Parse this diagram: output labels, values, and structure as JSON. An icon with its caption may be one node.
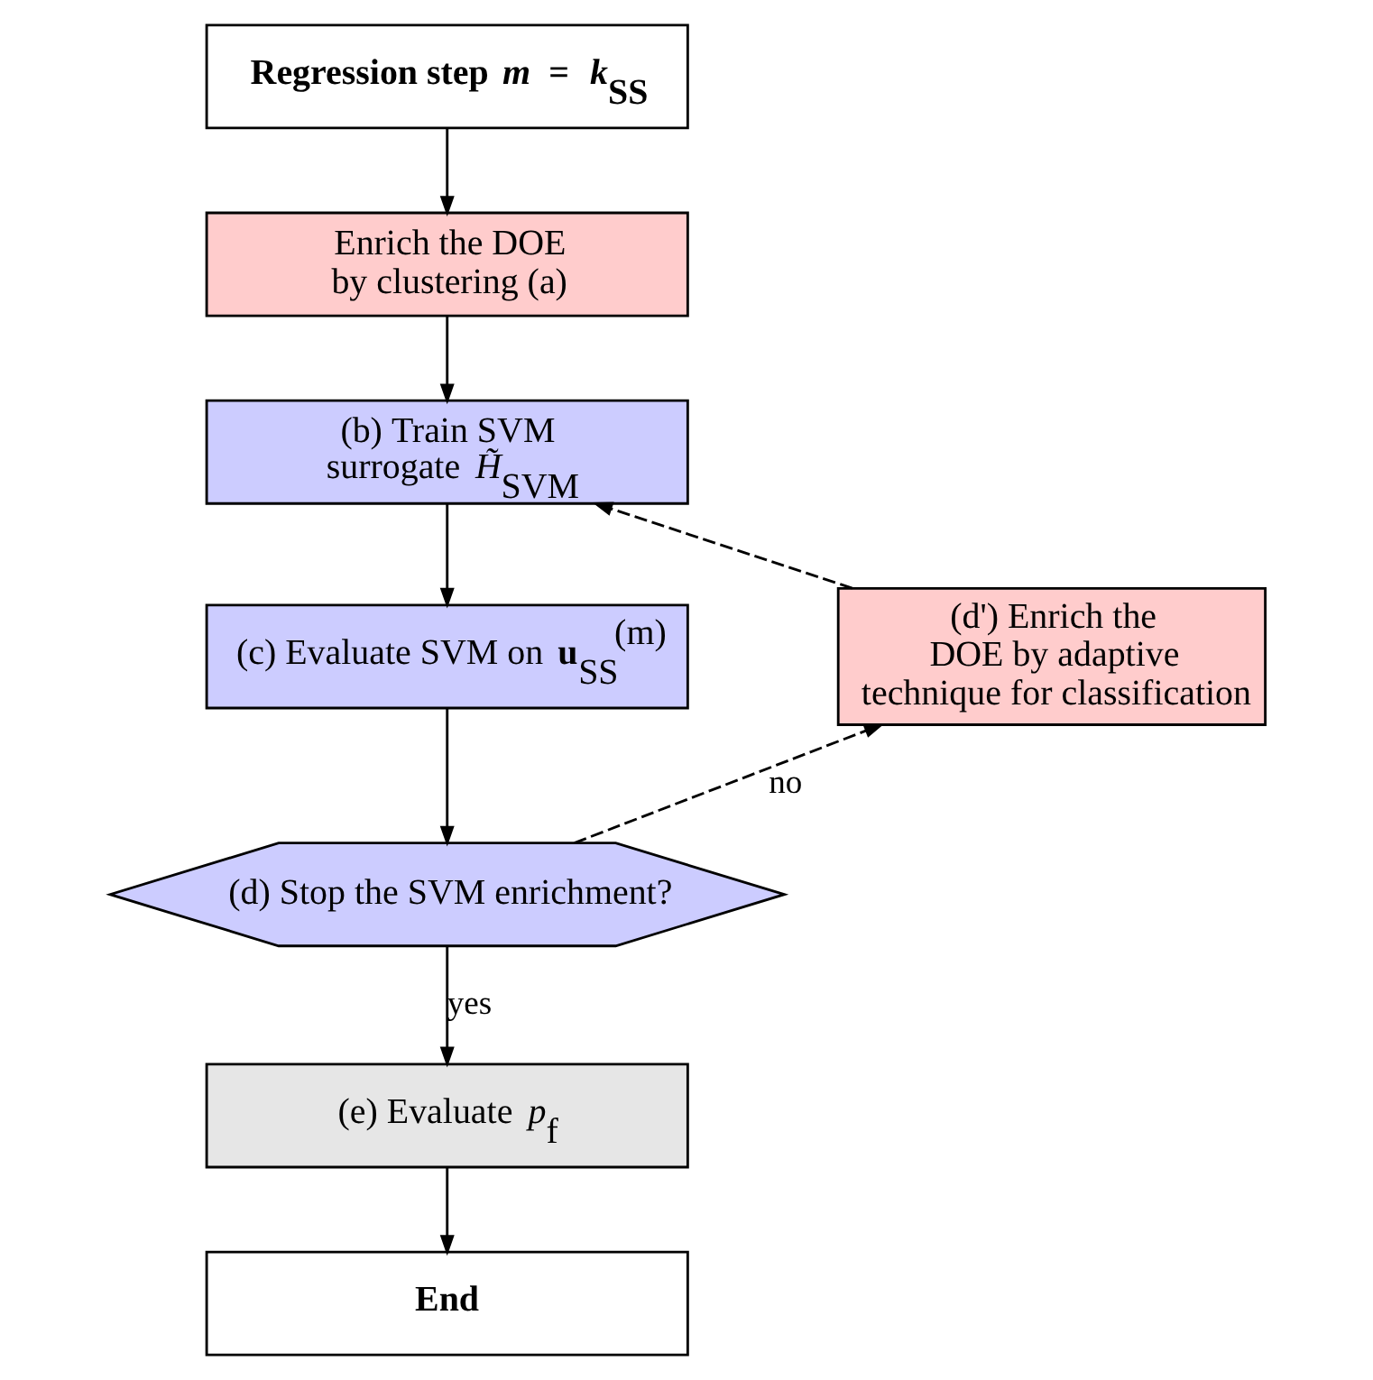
{
  "diagram": {
    "nodes": [
      {
        "text": [
          "Regression step *m* = *k*$_{SS}$"
        ]
      },
      {
        "text": [
          "Enrich the DOE by clustering (a)"
        ]
      },
      {
        "text": [
          "(b) Train SVM surrogate *H̃*$_{SVM}$"
        ]
      },
      {
        "text": [
          "(c) Evaluate SVM on **u**$_{SS}$$^{(m)}$"
        ]
      },
      {
        "text": [
          "(d) Stop the SVM enrichment?"
        ]
      },
      {
        "text": [
          "(d') Enrich the DOE by adaptive technique for classification"
        ]
      },
      {
        "text": [
          "(e) Evaluate *p*$_{f}$"
        ]
      },
      {
        "text": [
          "End"
        ]
      }
    ],
    "edges": [
      {
        "from": 0,
        "to": 1,
        "arrow": "to"
      },
      {
        "from": 1,
        "to": 2,
        "arrow": "to"
      },
      {
        "from": 2,
        "to": 3,
        "arrow": "to"
      },
      {
        "from": 3,
        "to": 4,
        "arrow": "to"
      },
      {
        "from": 4,
        "to": 6,
        "arrow": "to",
        "label": "yes"
      },
      {
        "from": 4,
        "to": 5,
        "arrow": "to",
        "label": "no",
        "style": "dashed"
      },
      {
        "from": 5,
        "to": 2,
        "arrow": "to",
        "style": "dashed"
      },
      {
        "from": 6,
        "to": 7,
        "arrow": "to"
      }
    ]
  }
}
